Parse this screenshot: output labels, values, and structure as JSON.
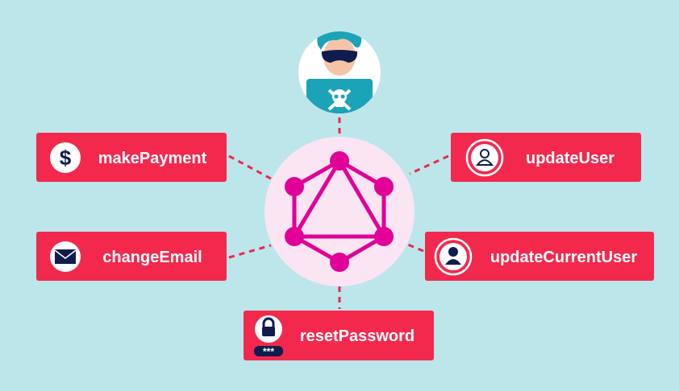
{
  "colors": {
    "background": "#bde6ea",
    "box": "#f2294d",
    "icon_dark": "#0f1c4d",
    "graphql": "#e10098",
    "hub": "#fbe5f3",
    "connector": "#e8294d"
  },
  "center": {
    "icon": "graphql-logo-icon"
  },
  "attacker": {
    "icon": "hacker-avatar-icon"
  },
  "operations": [
    {
      "label": "makePayment",
      "icon": "dollar-icon"
    },
    {
      "label": "updateUser",
      "icon": "user-refresh-icon"
    },
    {
      "label": "changeEmail",
      "icon": "envelope-icon"
    },
    {
      "label": "updateCurrentUser",
      "icon": "user-refresh-icon"
    },
    {
      "label": "resetPassword",
      "icon": "lock-password-icon",
      "badge": "***"
    }
  ]
}
